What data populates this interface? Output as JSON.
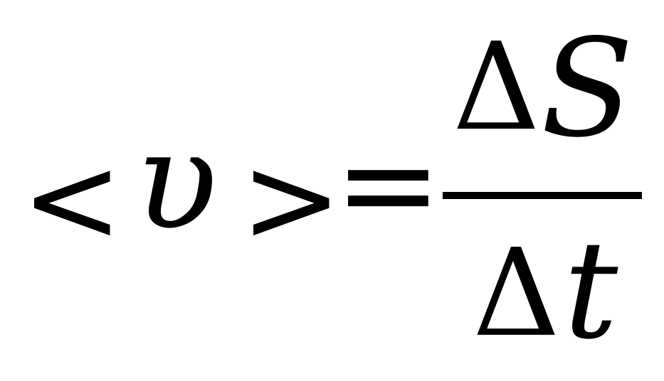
{
  "equation": {
    "left_angle": "<",
    "velocity_symbol": "υ",
    "right_angle": ">",
    "equals_sign": "=",
    "numerator": {
      "delta": "Δ",
      "variable": "S"
    },
    "denominator": {
      "delta": "Δ",
      "variable": "t"
    },
    "color": "#000000",
    "background": "#ffffff"
  }
}
